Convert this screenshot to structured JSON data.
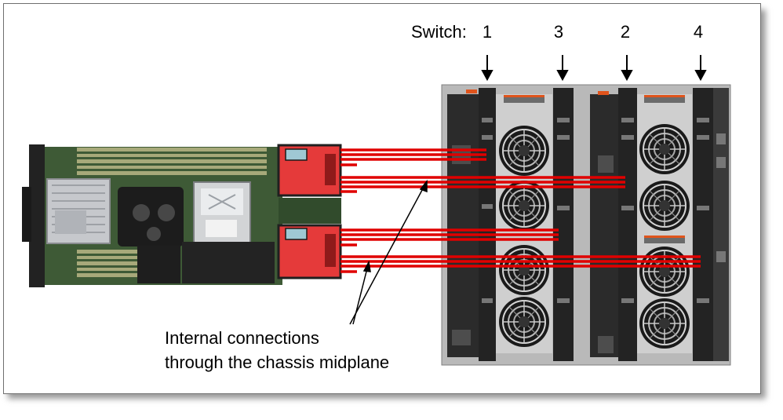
{
  "switch_label": "Switch:",
  "switches": [
    "1",
    "3",
    "2",
    "4"
  ],
  "caption_line1": "Internal connections",
  "caption_line2": "through the chassis midplane",
  "colors": {
    "connection_red": "#e00000",
    "adapter_red": "#e53a3a",
    "pcb_green": "#3e5a36",
    "chassis_dark": "#2b2b2b",
    "chassis_light": "#b9b9b9"
  },
  "icons": [
    "arrow-down-icon",
    "fan-icon",
    "heatsink-icon",
    "cpu-icon"
  ]
}
